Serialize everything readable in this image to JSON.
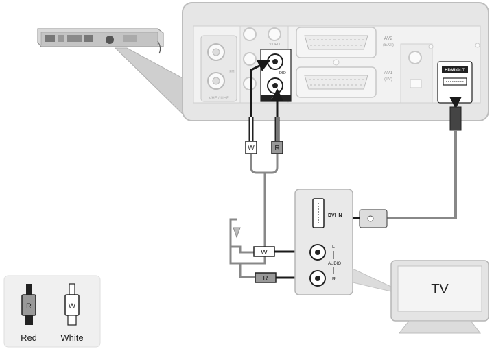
{
  "rear_panel": {
    "vhf_uhf": "VHF / UHF",
    "fm_ant": "FM",
    "video": "VIDEO",
    "dio": "DIO",
    "out": "OUT",
    "av2": "AV2",
    "av2_sub": "(EXT)",
    "av1": "AV1",
    "av1_sub": "(TV)",
    "hdmi_out": "HDMI OUT"
  },
  "plugs": {
    "white_letter": "W",
    "red_letter": "R"
  },
  "tv_panel": {
    "dvi_in": "DVI IN",
    "audio_l": "L",
    "audio": "AUDIO",
    "audio_r": "R"
  },
  "tv": {
    "label": "TV"
  },
  "legend": {
    "red_letter": "R",
    "red_label": "Red",
    "white_letter": "W",
    "white_label": "White"
  },
  "colors": {
    "panel_fill": "#e9e9e9",
    "panel_stroke": "#b5b5b5",
    "cable": "#888888",
    "cable_dark": "#333333",
    "arrow": "#1a1a1a"
  }
}
